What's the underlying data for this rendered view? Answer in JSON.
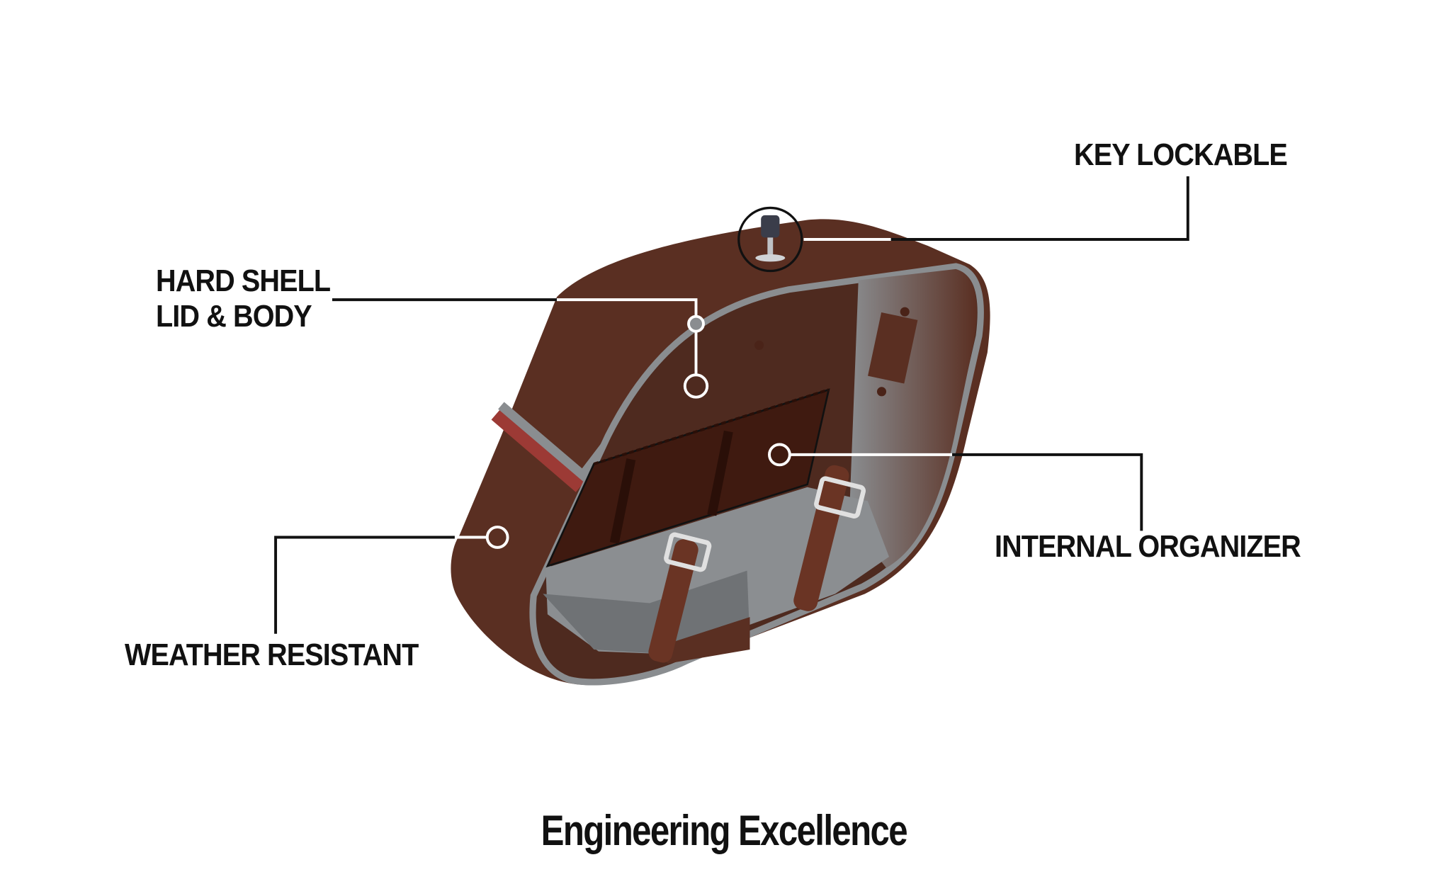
{
  "callouts": {
    "key_lockable": "KEY LOCKABLE",
    "hard_shell_line1": "HARD SHELL",
    "hard_shell_line2": "LID & BODY",
    "internal_organizer": "INTERNAL ORGANIZER",
    "weather_resistant": "WEATHER RESISTANT"
  },
  "title": "Engineering Excellence",
  "colors": {
    "leather": "#5a2f22",
    "interior": "#4a2318",
    "pocket": "#3f1a10",
    "rim": "#8a8d90",
    "floor": "#8b8e91",
    "accent_red": "#9c3a35",
    "line": "#111111"
  }
}
